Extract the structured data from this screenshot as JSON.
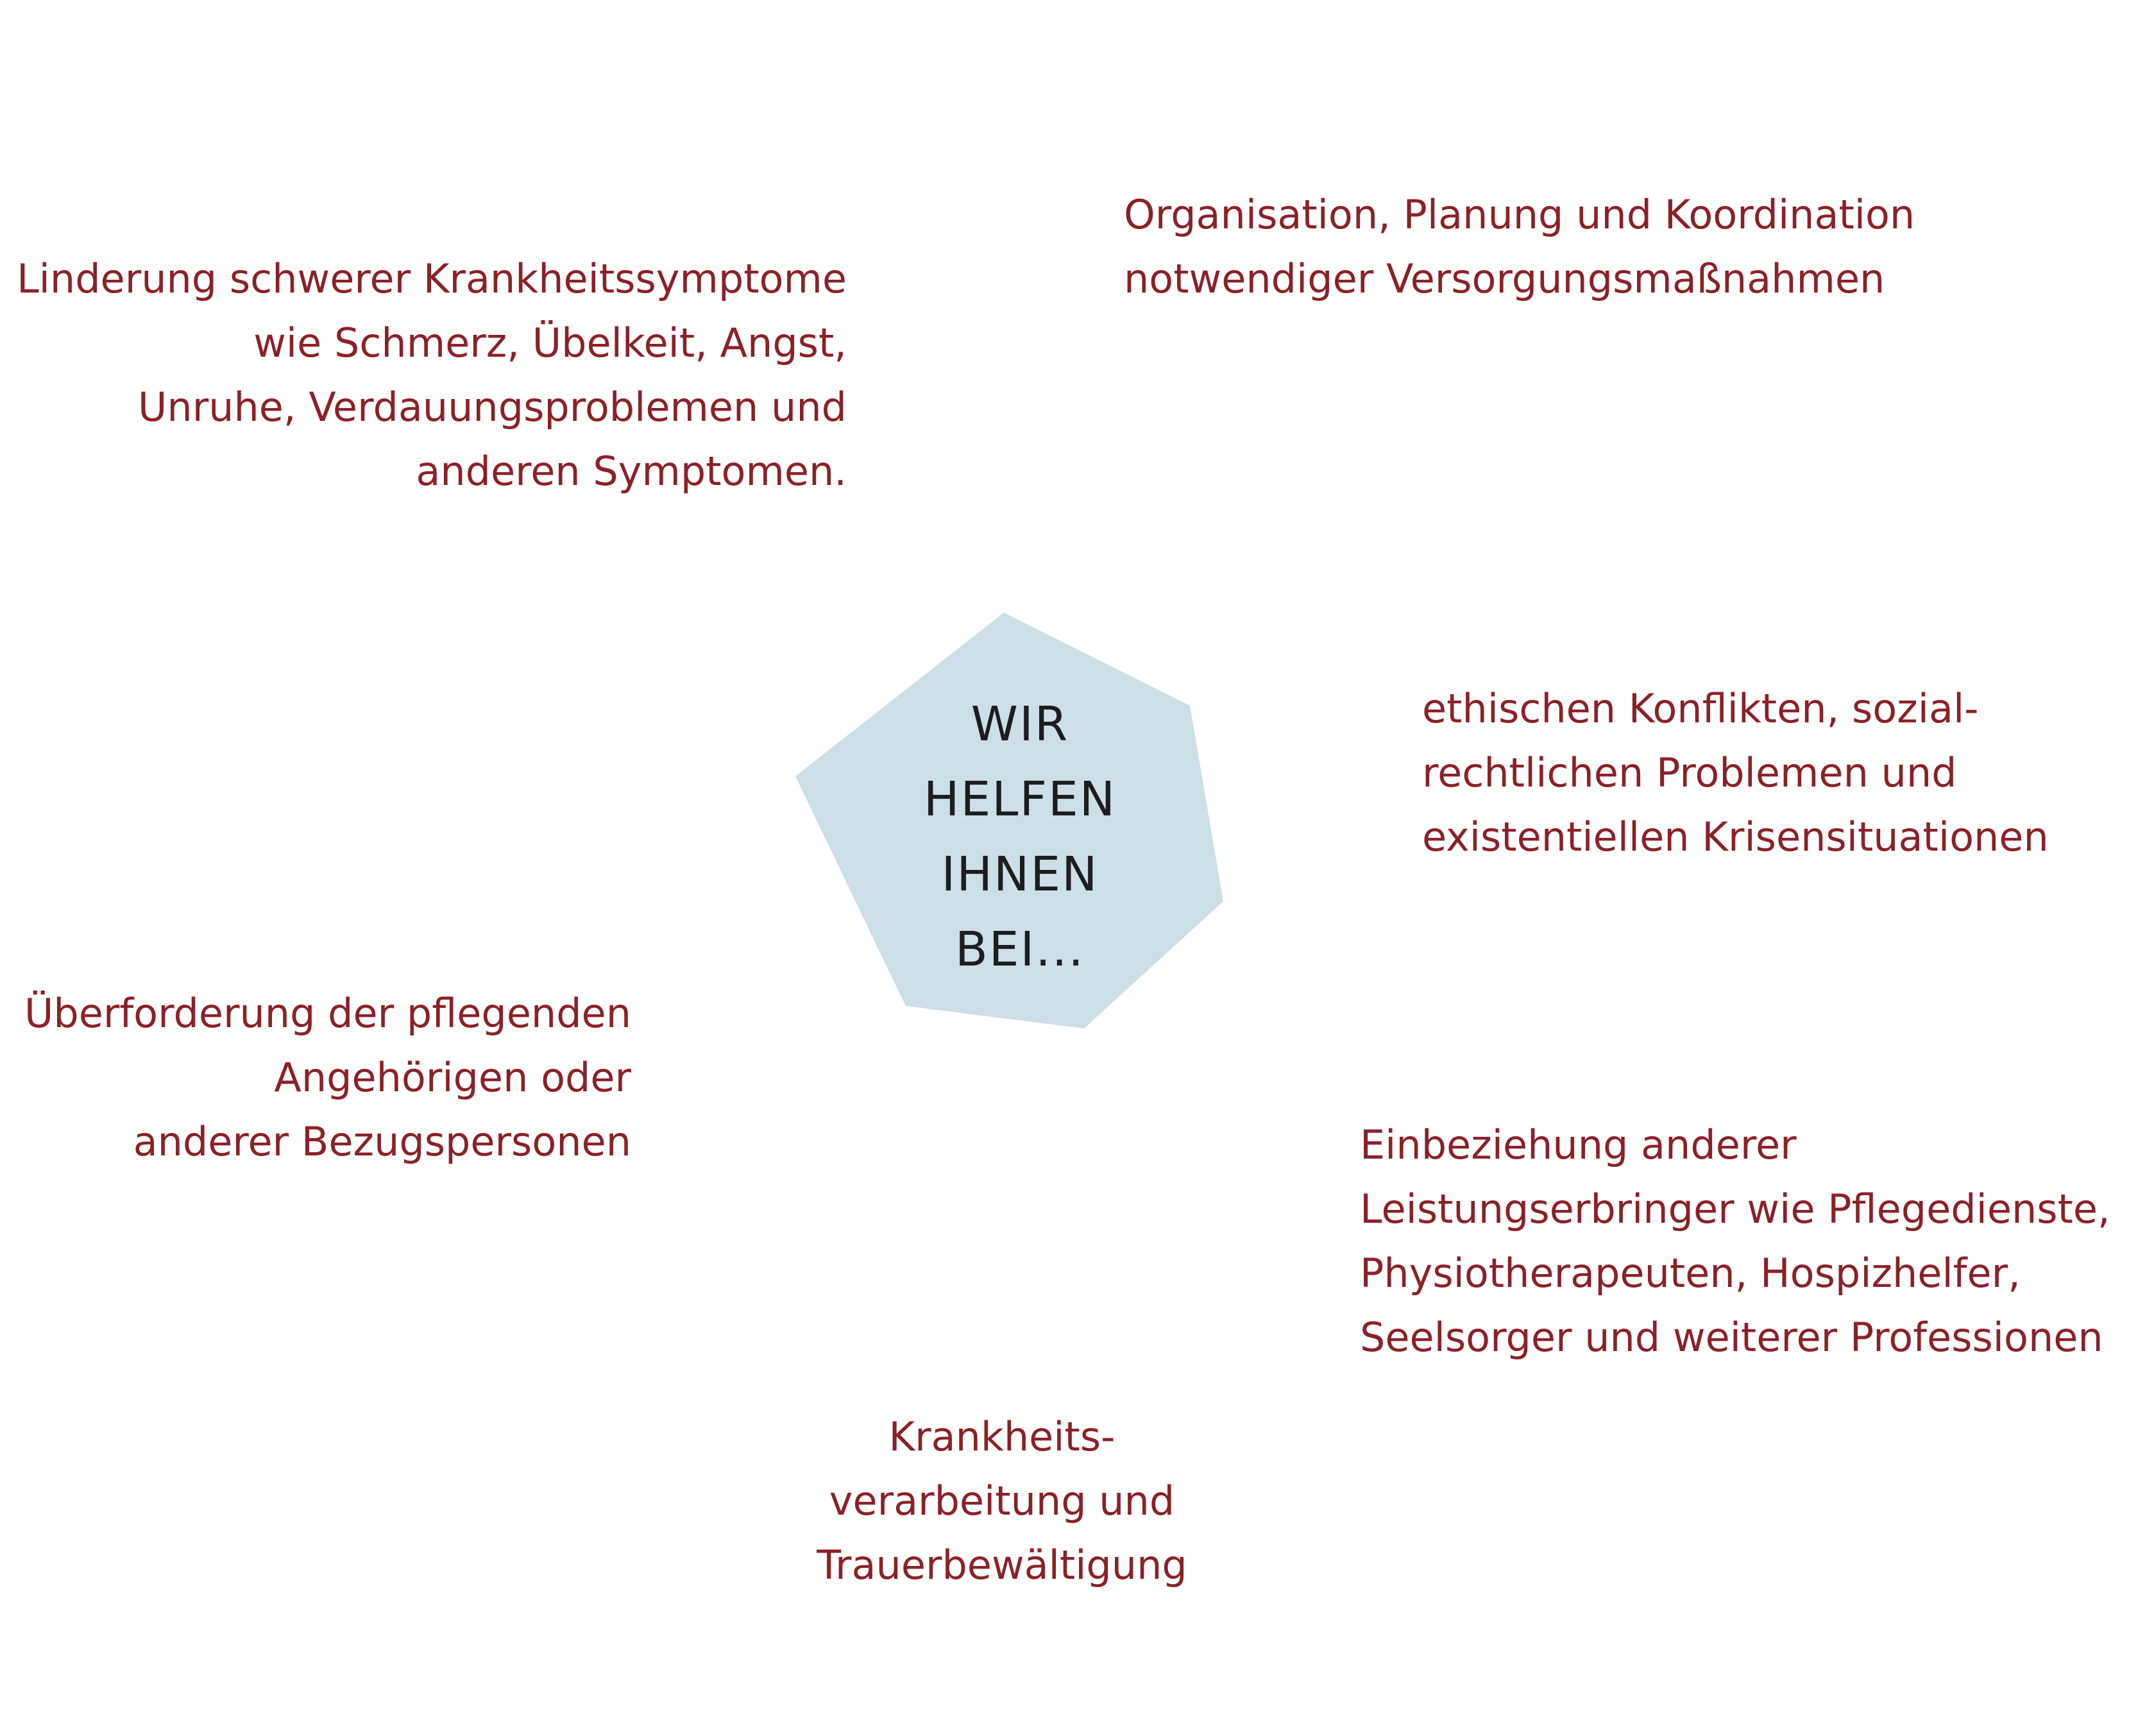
{
  "colors": {
    "accent_text": "#8b2128",
    "center_text": "#1d1d1f",
    "pentagon_fill": "#ccdee6",
    "background": "#ffffff"
  },
  "center": {
    "lines": [
      "WIR",
      "HELFEN",
      "IHNEN",
      "BEI..."
    ]
  },
  "items": {
    "symptoms": {
      "lines": [
        "Linderung schwerer Krankheitssymptome",
        "wie Schmerz, Übelkeit, Angst,",
        "Unruhe, Verdauungsproblemen und",
        "anderen Symptomen."
      ]
    },
    "organisation": {
      "lines": [
        "Organisation, Planung und Koordination",
        "notwendiger Versorgungsmaßnahmen"
      ]
    },
    "ethics": {
      "lines": [
        "ethischen Konflikten, sozial-",
        "rechtlichen Problemen und",
        "existentiellen Krisensituationen"
      ]
    },
    "overload": {
      "lines": [
        "Überforderung der pflegenden",
        "Angehörigen oder",
        "anderer Bezugspersonen"
      ]
    },
    "services": {
      "lines": [
        "Einbeziehung anderer",
        "Leistungserbringer wie Pflegedienste,",
        "Physiotherapeuten, Hospizhelfer,",
        "Seelsorger und weiterer Professionen"
      ]
    },
    "grief": {
      "lines": [
        "Krankheits-",
        "verarbeitung und",
        "Trauerbewältigung"
      ]
    }
  }
}
